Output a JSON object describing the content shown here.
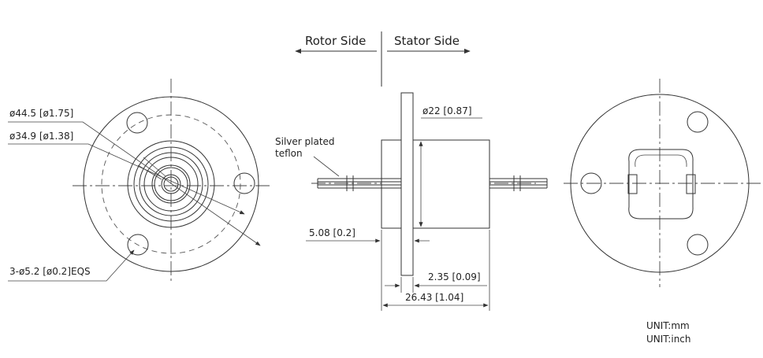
{
  "header": {
    "rotor_side": "Rotor Side",
    "stator_side": "Stator Side"
  },
  "front_view": {
    "dim_outer": "ø44.5 [ø1.75]",
    "dim_bolt_circle": "ø34.9 [ø1.38]",
    "dim_holes": "3-ø5.2 [ø0.2]EQS"
  },
  "side_view": {
    "dim_body": "ø22 [0.87]",
    "wire_label_line1": "Silver plated",
    "wire_label_line2": "teflon",
    "dim_flange_offset": "5.08 [0.2]",
    "dim_flange_thickness": "2.35 [0.09]",
    "dim_total_length": "26.43 [1.04]"
  },
  "units": {
    "mm": "UNIT:mm",
    "inch": "UNIT:inch"
  },
  "colors": {
    "line": "#333333",
    "text": "#222222",
    "background": "#ffffff"
  }
}
